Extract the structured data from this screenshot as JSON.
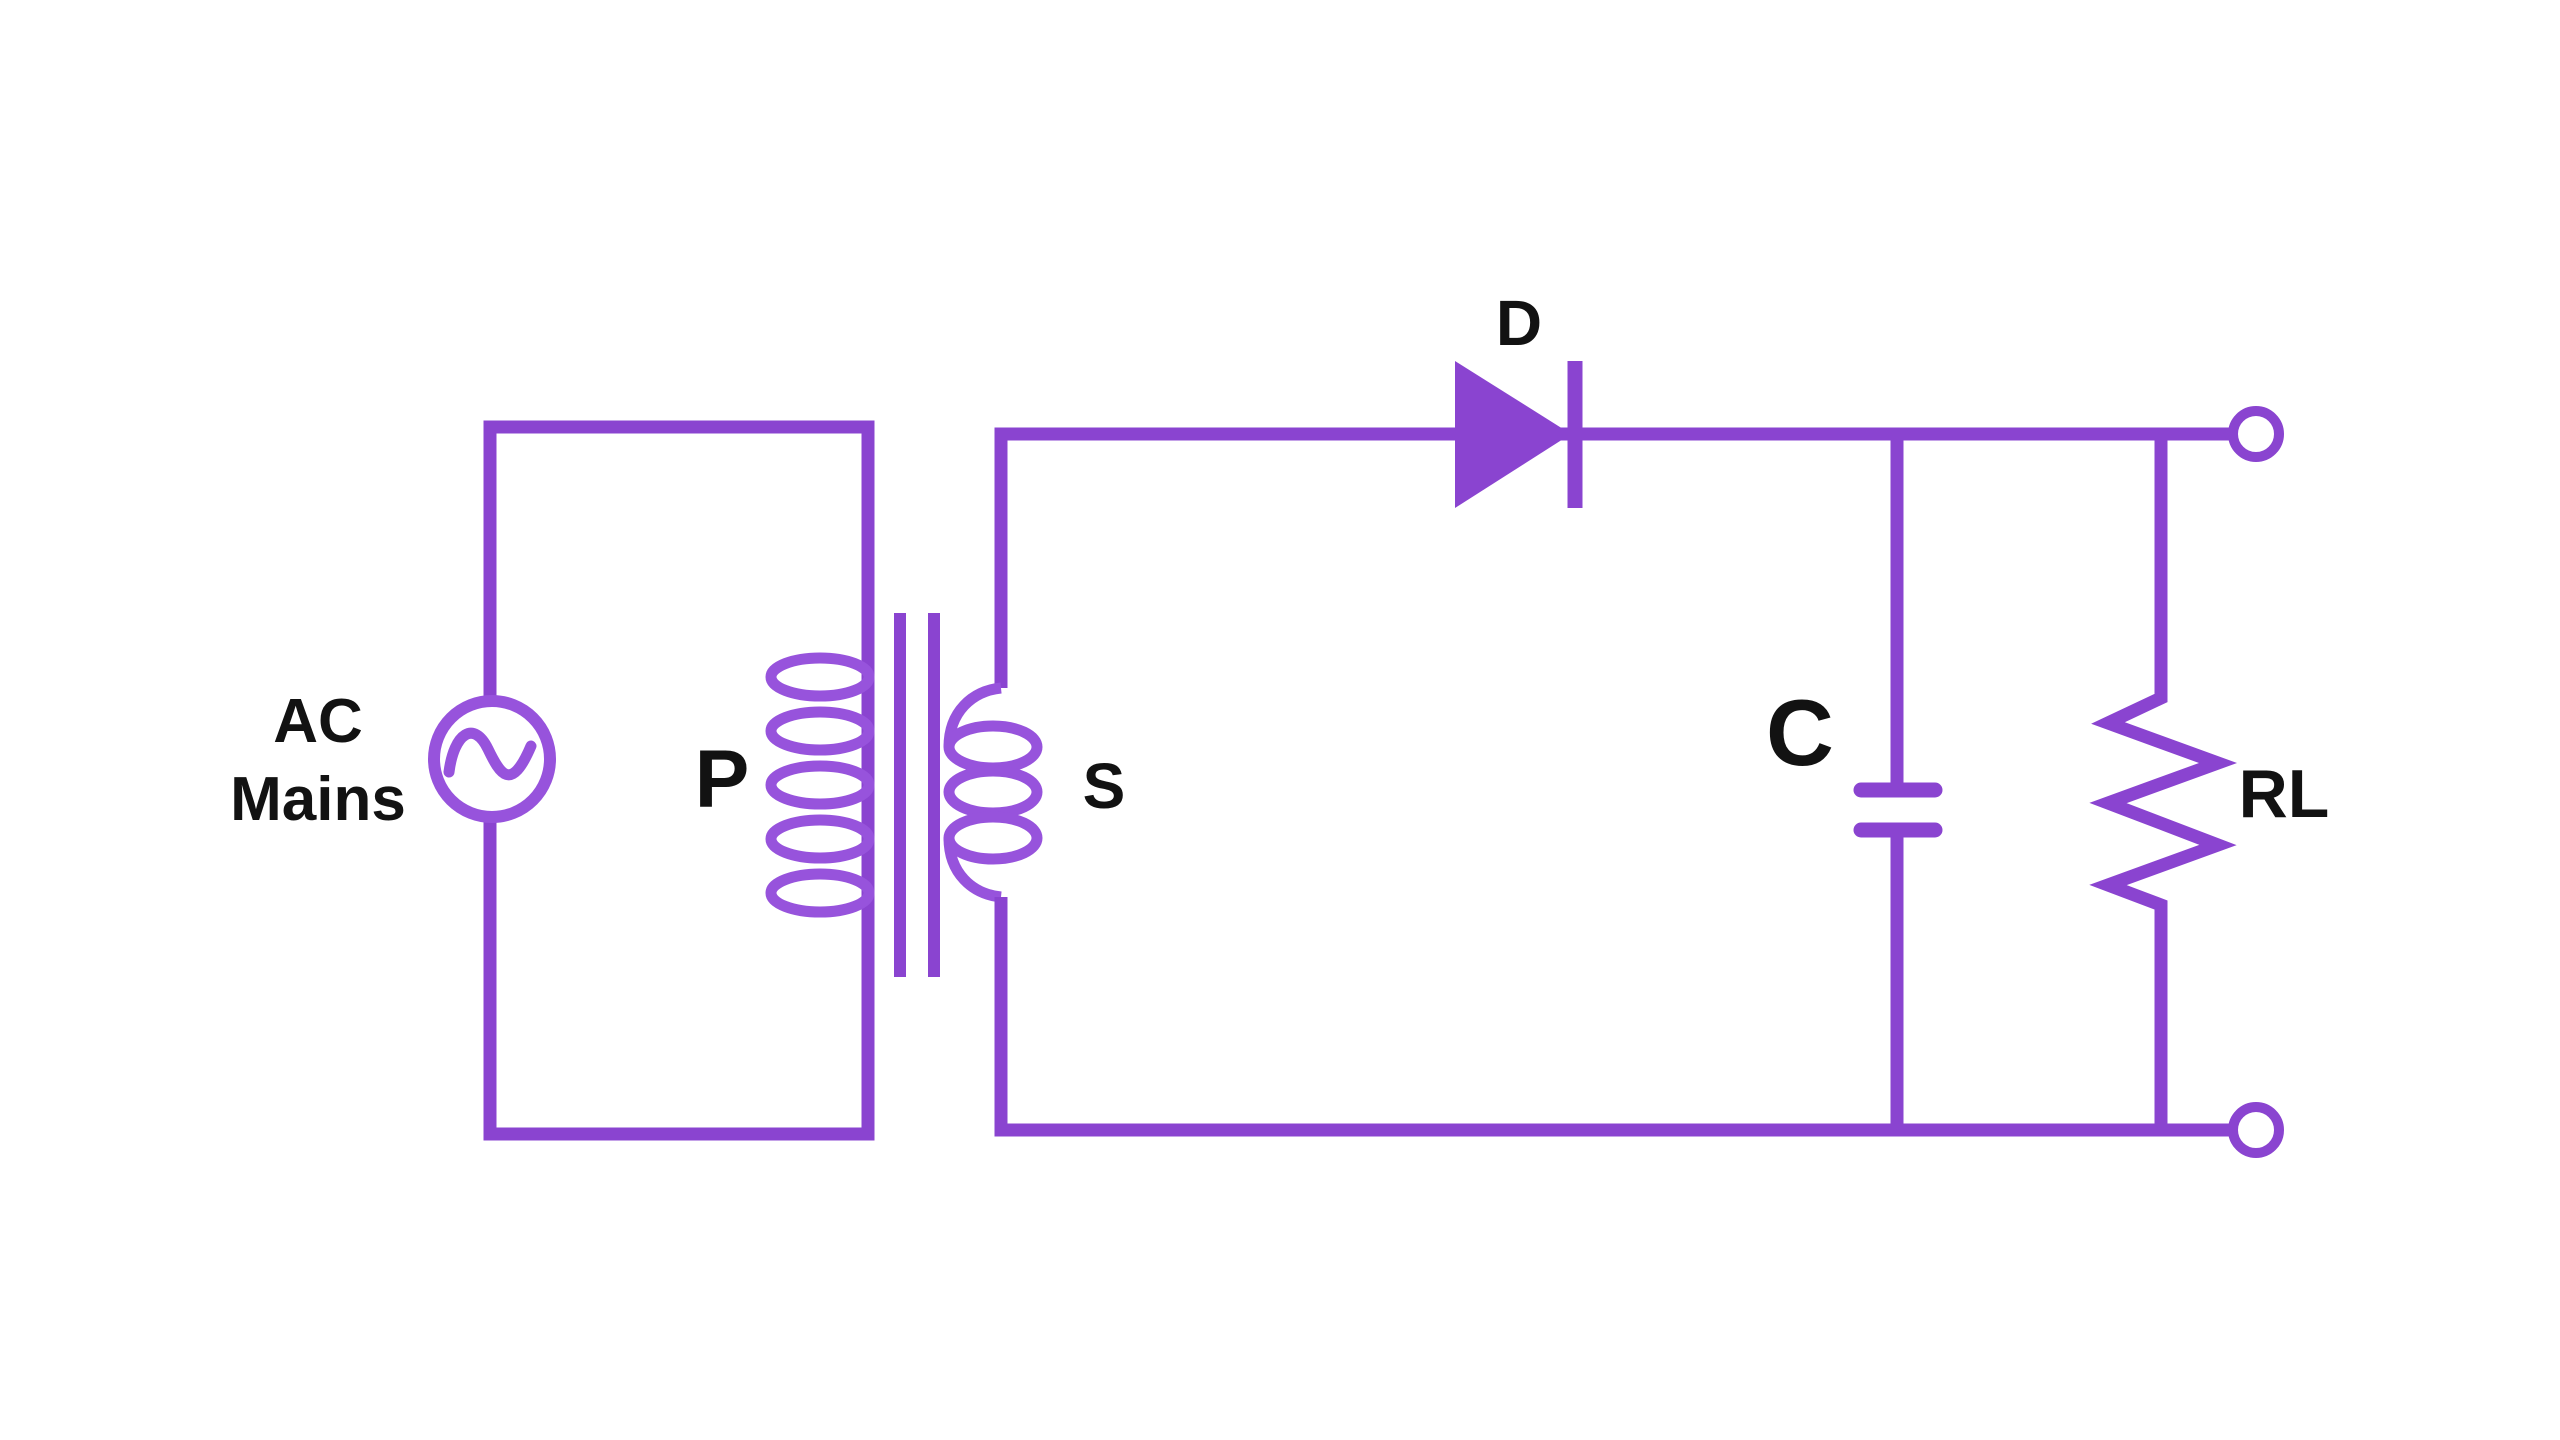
{
  "labels": {
    "source_line1": "AC",
    "source_line2": "Mains",
    "primary": "P",
    "secondary": "S",
    "diode": "D",
    "capacitor": "C",
    "load": "RL"
  },
  "colors": {
    "wire": "#8A44D0",
    "coil": "#9753DC",
    "text": "#121212",
    "background": "#FFFFFF"
  }
}
